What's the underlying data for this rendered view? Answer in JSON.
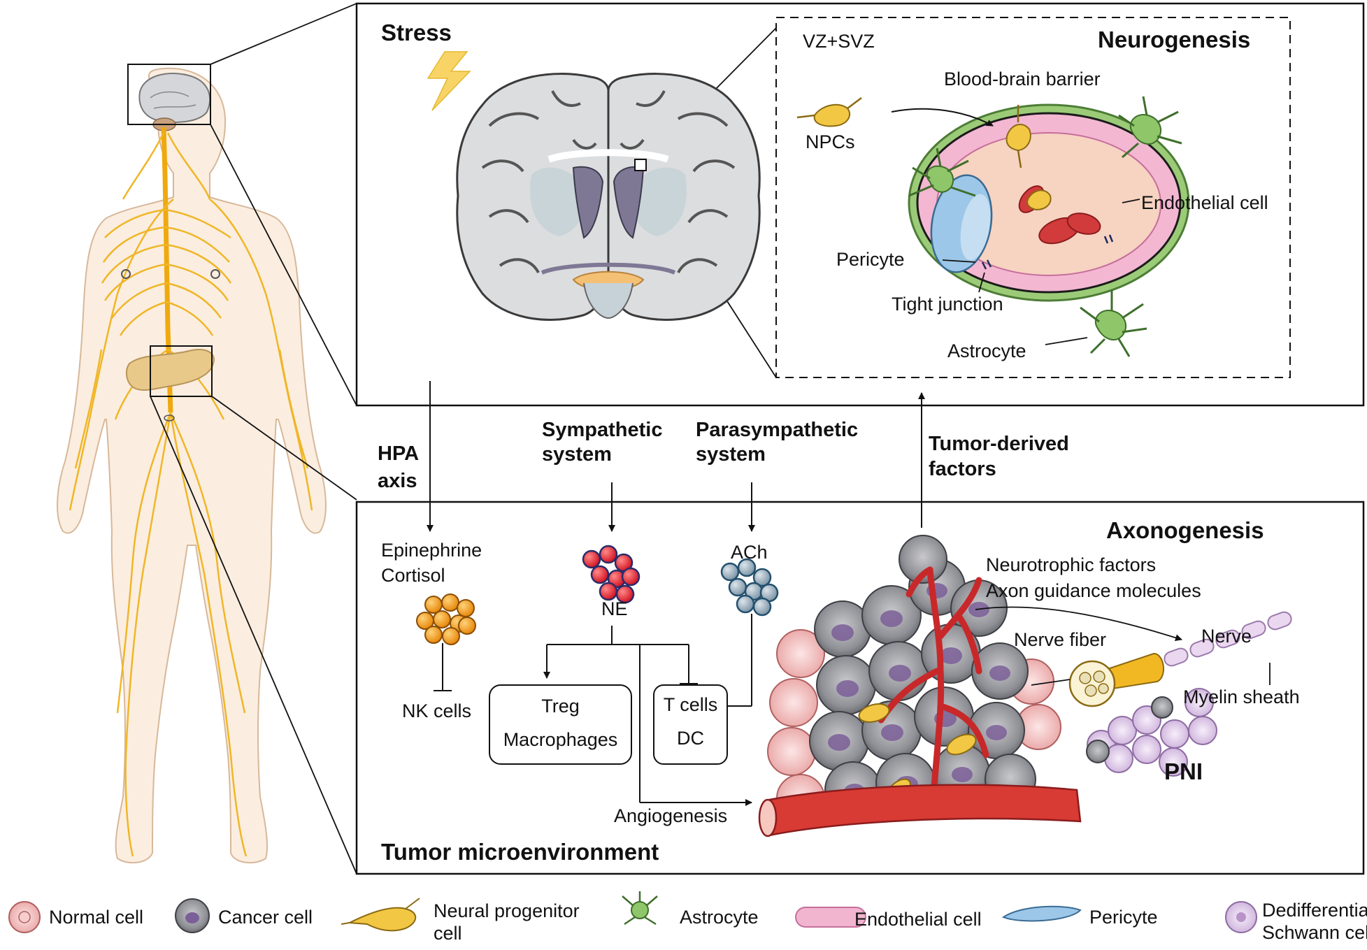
{
  "stress_panel": {
    "title": "Stress"
  },
  "neurogenesis_panel": {
    "title": "Neurogenesis",
    "region": "VZ+SVZ",
    "labels": {
      "bbb": "Blood-brain barrier",
      "npcs": "NPCs",
      "endothelial": "Endothelial cell",
      "pericyte": "Pericyte",
      "tight_junction": "Tight junction",
      "astrocyte": "Astrocyte"
    }
  },
  "pathways": {
    "hpa": [
      "HPA",
      "axis"
    ],
    "sympathetic": [
      "Sympathetic",
      "system"
    ],
    "parasympathetic": [
      "Parasympathetic",
      "system"
    ],
    "tumor_factors": [
      "Tumor-derived",
      "factors"
    ]
  },
  "tme_panel": {
    "title_top": "Axonogenesis",
    "title_bottom": "Tumor microenvironment",
    "epinephrine": "Epinephrine",
    "cortisol": "Cortisol",
    "ne": "NE",
    "ach": "ACh",
    "nk_cells": "NK cells",
    "treg": "Treg",
    "macrophages": "Macrophages",
    "t_cells": "T cells",
    "dc": "DC",
    "angiogenesis": "Angiogenesis",
    "neurotrophic": "Neurotrophic factors",
    "axon_guidance": "Axon guidance molecules",
    "nerve_fiber": "Nerve fiber",
    "nerve": "Nerve",
    "myelin": "Myelin sheath",
    "pni": "PNI"
  },
  "legend": [
    {
      "icon": "normal-cell-icon",
      "label": "Normal cell"
    },
    {
      "icon": "cancer-cell-icon",
      "label": "Cancer cell"
    },
    {
      "icon": "neural-progenitor-icon",
      "label": "Neural progenitor",
      "label2": "cell"
    },
    {
      "icon": "astrocyte-icon",
      "label": "Astrocyte"
    },
    {
      "icon": "endothelial-cell-icon",
      "label": "Endothelial cell"
    },
    {
      "icon": "pericyte-icon",
      "label": "Pericyte"
    },
    {
      "icon": "schwann-cell-icon",
      "label": "Dedifferentiated",
      "label2": "Schwann cells"
    }
  ],
  "colors": {
    "nerve": "#f2b824",
    "skin": "#fdf3e7",
    "brain": "#d9dadc",
    "npc": "#f2c744",
    "astrocyte": "#8fc66a",
    "endothelial": "#f1b5cf",
    "pericyte": "#9cc7e8",
    "rbc": "#d23b3b",
    "ne_vesicle": "#e0232e",
    "epi_vesicle": "#f29a1f",
    "ach_vesicle": "#8fa4b4",
    "cancer": "#8d8e93",
    "normal_cell": "#f0b9b9",
    "schwann": "#dcc7e6"
  }
}
